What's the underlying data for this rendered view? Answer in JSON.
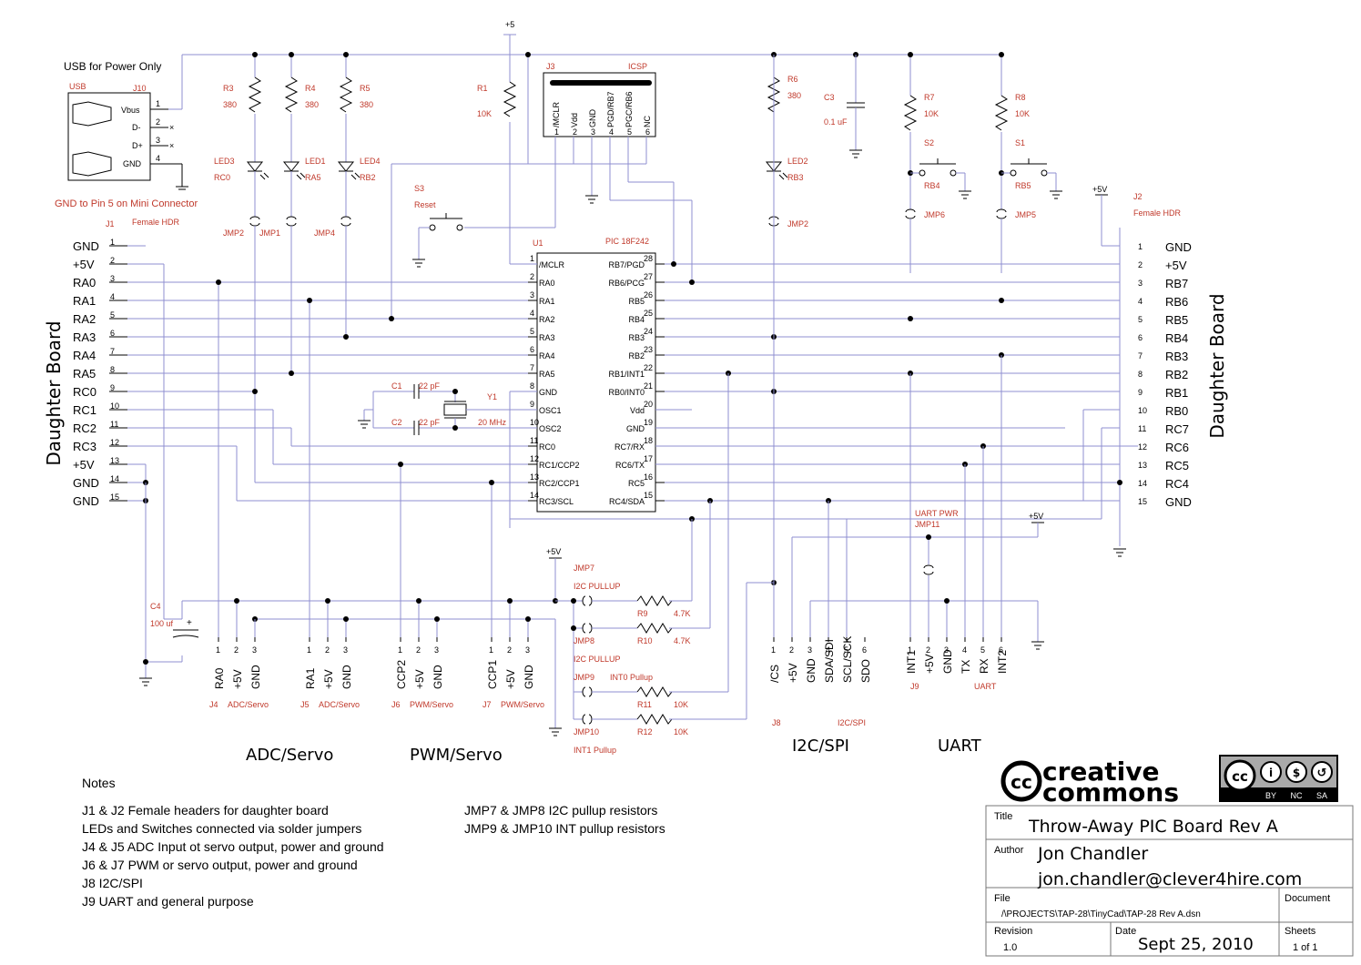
{
  "header": {
    "usb_title": "USB for Power Only",
    "usb_gnd_note": "GND to Pin 5 on Mini Connector",
    "plus5": "+5"
  },
  "usb": {
    "ref": "J10",
    "label": "USB",
    "pins": [
      {
        "n": "1",
        "name": "Vbus"
      },
      {
        "n": "2",
        "name": "D-"
      },
      {
        "n": "3",
        "name": "D+"
      },
      {
        "n": "4",
        "name": "GND"
      }
    ]
  },
  "resistors_top": [
    {
      "ref": "R3",
      "val": "380"
    },
    {
      "ref": "R4",
      "val": "380"
    },
    {
      "ref": "R5",
      "val": "380"
    },
    {
      "ref": "R1",
      "val": "10K"
    },
    {
      "ref": "R6",
      "val": "380"
    },
    {
      "ref": "R7",
      "val": "10K"
    },
    {
      "ref": "R8",
      "val": "10K"
    }
  ],
  "leds": [
    {
      "ref": "LED3",
      "net": "RC0"
    },
    {
      "ref": "LED1",
      "net": "RA5"
    },
    {
      "ref": "LED4",
      "net": "RB2"
    },
    {
      "ref": "LED2",
      "net": "RB3"
    }
  ],
  "jumpers": [
    "JMP2",
    "JMP1",
    "JMP4",
    "JMP2",
    "JMP6",
    "JMP5"
  ],
  "switches": [
    {
      "ref": "S3",
      "label": "Reset"
    },
    {
      "ref": "S2",
      "net": "RB4"
    },
    {
      "ref": "S1",
      "net": "RB5"
    }
  ],
  "c3": {
    "ref": "C3",
    "val": "0.1 uF"
  },
  "icsp": {
    "ref": "J3",
    "title": "ICSP",
    "pins": [
      "/MCLR",
      "Vdd",
      "GND",
      "PGD/RB7",
      "PGC/RB6",
      "NC"
    ],
    "nums": [
      "1",
      "2",
      "3",
      "4",
      "5",
      "6"
    ]
  },
  "j1": {
    "ref": "J1",
    "type": "Female HDR",
    "labels": [
      "GND",
      "+5V",
      "RA0",
      "RA1",
      "RA2",
      "RA3",
      "RA4",
      "RA5",
      "RC0",
      "RC1",
      "RC2",
      "RC3",
      "+5V",
      "GND",
      "GND"
    ]
  },
  "j2": {
    "ref": "J2",
    "type": "Female HDR",
    "plus5": "+5V",
    "labels": [
      "GND",
      "+5V",
      "RB7",
      "RB6",
      "RB5",
      "RB4",
      "RB3",
      "RB2",
      "RB1",
      "RB0",
      "RC7",
      "RC6",
      "RC5",
      "RC4",
      "GND"
    ]
  },
  "pins_num": [
    "1",
    "2",
    "3",
    "4",
    "5",
    "6",
    "7",
    "8",
    "9",
    "10",
    "11",
    "12",
    "13",
    "14",
    "15"
  ],
  "daughter": "Daughter Board",
  "u1": {
    "ref": "U1",
    "part": "PIC 18F242",
    "left": [
      [
        "1",
        "/MCLR"
      ],
      [
        "2",
        "RA0"
      ],
      [
        "3",
        "RA1"
      ],
      [
        "4",
        "RA2"
      ],
      [
        "5",
        "RA3"
      ],
      [
        "6",
        "RA4"
      ],
      [
        "7",
        "RA5"
      ],
      [
        "8",
        "GND"
      ],
      [
        "9",
        "OSC1"
      ],
      [
        "10",
        "OSC2"
      ],
      [
        "11",
        "RC0"
      ],
      [
        "12",
        "RC1/CCP2"
      ],
      [
        "13",
        "RC2/CCP1"
      ],
      [
        "14",
        "RC3/SCL"
      ]
    ],
    "right": [
      [
        "28",
        "RB7/PGD"
      ],
      [
        "27",
        "RB6/PCG"
      ],
      [
        "26",
        "RB5"
      ],
      [
        "25",
        "RB4"
      ],
      [
        "24",
        "RB3"
      ],
      [
        "23",
        "RB2"
      ],
      [
        "22",
        "RB1/INT1"
      ],
      [
        "21",
        "RB0/INT0"
      ],
      [
        "20",
        "Vdd"
      ],
      [
        "19",
        "GND"
      ],
      [
        "18",
        "RC7/RX"
      ],
      [
        "17",
        "RC6/TX"
      ],
      [
        "16",
        "RC5"
      ],
      [
        "15",
        "RC4/SDA"
      ]
    ]
  },
  "osc": {
    "c1": "C1",
    "c1v": "22 pF",
    "c2": "C2",
    "c2v": "22 pF",
    "y1": "Y1",
    "freq": "20 MHz"
  },
  "c4": {
    "ref": "C4",
    "val": "100 uf"
  },
  "bottom_headers": [
    {
      "ref": "J4",
      "func": "ADC/Servo",
      "pins": [
        "RA0",
        "+5V",
        "GND"
      ]
    },
    {
      "ref": "J5",
      "func": "ADC/Servo",
      "pins": [
        "RA1",
        "+5V",
        "GND"
      ]
    },
    {
      "ref": "J6",
      "func": "PWM/Servo",
      "pins": [
        "CCP2",
        "+5V",
        "GND"
      ]
    },
    {
      "ref": "J7",
      "func": "PWM/Servo",
      "pins": [
        "CCP1",
        "+5V",
        "GND"
      ]
    }
  ],
  "pin123": [
    "1",
    "2",
    "3"
  ],
  "pullups": {
    "plus5": "+5V",
    "jmp7": "JMP7",
    "i2c1": "I2C PULLUP",
    "jmp8": "JMP8",
    "i2c2": "I2C PULLUP",
    "jmp9": "JMP9",
    "int0": "INT0 Pullup",
    "jmp10": "JMP10",
    "int1": "INT1 Pullup",
    "r9": "R9",
    "r9v": "4.7K",
    "r10": "R10",
    "r10v": "4.7K",
    "r11": "R11",
    "r11v": "10K",
    "r12": "R12",
    "r12v": "10K"
  },
  "j8": {
    "ref": "J8",
    "func": "I2C/SPI",
    "pins": [
      "/CS",
      "+5V",
      "GND",
      "SDA/SDI",
      "SCL/SCK",
      "SDO"
    ],
    "nums": [
      "1",
      "2",
      "3",
      "4",
      "5",
      "6"
    ]
  },
  "j9": {
    "ref": "J9",
    "func": "UART",
    "pins": [
      "INT1",
      "+5V",
      "GND",
      "TX",
      "RX",
      "INT2"
    ],
    "nums": [
      "1",
      "2",
      "3",
      "4",
      "5",
      "6"
    ],
    "pwr": "UART PWR",
    "jmp": "JMP11",
    "plus5": "+5V"
  },
  "section_titles": {
    "adc": "ADC/Servo",
    "pwm": "PWM/Servo",
    "i2c": "I2C/SPI",
    "uart": "UART"
  },
  "notes": {
    "title": "Notes",
    "lines": [
      "J1 & J2  Female headers for daughter board",
      "LEDs and Switches connected via solder jumpers",
      "J4 & J5  ADC Input ot servo output, power and ground",
      "J6 & J7  PWM or servo output, power and ground",
      "J8 I2C/SPI",
      "J9  UART and general purpose"
    ],
    "lines2": [
      "JMP7 & JMP8  I2C pullup resistors",
      "JMP9 & JMP10  INT pullup resistors"
    ]
  },
  "logo": {
    "line1": "creative",
    "line2": "commons",
    "cc": "cc",
    "badges": [
      "BY",
      "NC",
      "SA"
    ]
  },
  "title_block": {
    "title_label": "Title",
    "title": "Throw-Away PIC Board Rev A",
    "author_label": "Author",
    "author": "Jon Chandler",
    "email": "jon.chandler@clever4hire.com",
    "file_label": "File",
    "file": "/\\PROJECTS\\TAP-28\\TinyCad\\TAP-28 Rev A.dsn",
    "doc_label": "Document",
    "rev_label": "Revision",
    "rev": "1.0",
    "date_label": "Date",
    "date": "Sept 25, 2010",
    "sheets_label": "Sheets",
    "sheets": "1 of 1"
  },
  "colors": {
    "wire": "#8f8fd1",
    "ref": "#c0392b"
  }
}
